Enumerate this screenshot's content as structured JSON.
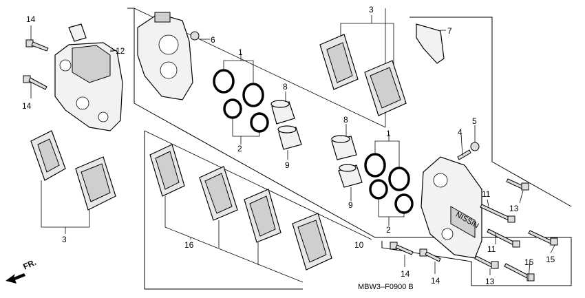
{
  "callouts": {
    "c1a": "1",
    "c1b": "1",
    "c2a": "2",
    "c2b": "2",
    "c3a": "3",
    "c3b": "3",
    "c4": "4",
    "c5": "5",
    "c6": "6",
    "c7": "7",
    "c8a": "8",
    "c8b": "8",
    "c9a": "9",
    "c9b": "9",
    "c10": "10",
    "c11a": "11",
    "c11b": "11",
    "c12": "12",
    "c13a": "13",
    "c13b": "13",
    "c14a": "14",
    "c14b": "14",
    "c14c": "14",
    "c14d": "14",
    "c15a": "15",
    "c15b": "15",
    "c16": "16"
  },
  "diagram_code": "MBW3–F0900 B",
  "direction_label": "FR.",
  "caliper_brand": "NISSIN"
}
